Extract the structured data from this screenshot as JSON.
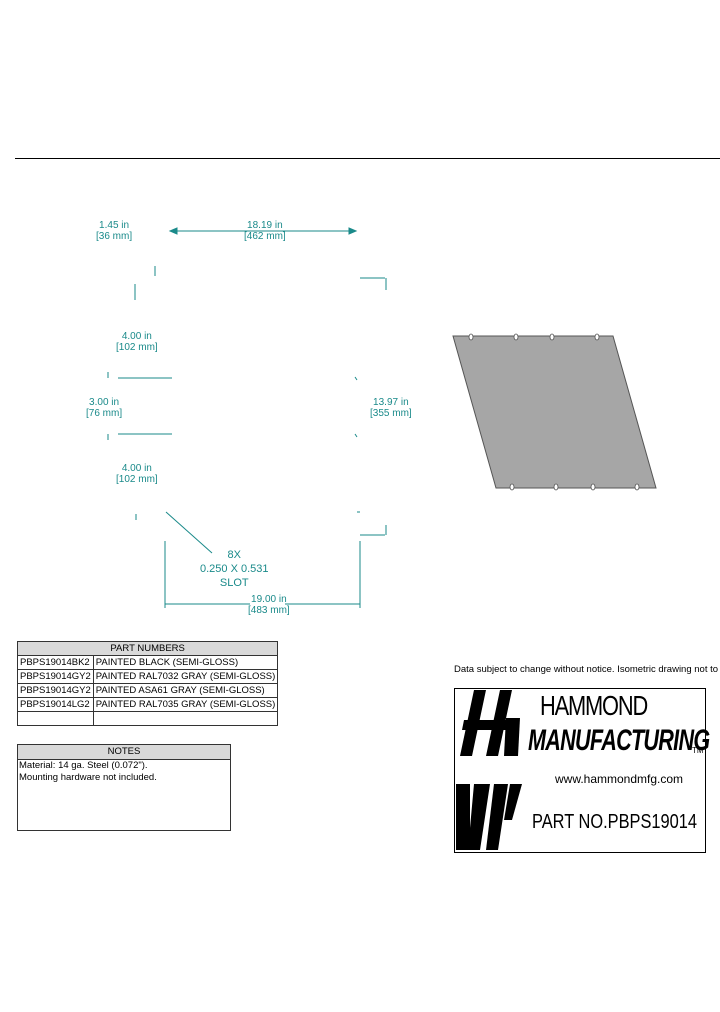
{
  "drawing": {
    "dimensions": {
      "width_offset_in": "1.45 in",
      "width_offset_mm": "[36 mm]",
      "top_span_in": "18.19 in",
      "top_span_mm": "[462 mm]",
      "upper_spacing_in": "4.00 in",
      "upper_spacing_mm": "[102 mm]",
      "middle_spacing_in": "3.00 in",
      "middle_spacing_mm": "[76 mm]",
      "lower_spacing_in": "4.00 in",
      "lower_spacing_mm": "[102 mm]",
      "height_in": "13.97 in",
      "height_mm": "[355 mm]",
      "slot_count": "8X",
      "slot_size": "0.250 X 0.531",
      "slot_label": "SLOT",
      "overall_width_in": "19.00 in",
      "overall_width_mm": "[483 mm]"
    }
  },
  "part_numbers": {
    "header": "PART NUMBERS",
    "rows": [
      {
        "part": "PBPS19014BK2",
        "description": "PAINTED BLACK (SEMI-GLOSS)"
      },
      {
        "part": "PBPS19014GY2",
        "description": "PAINTED RAL7032 GRAY (SEMI-GLOSS)"
      },
      {
        "part": "PBPS19014GY2",
        "description": "PAINTED ASA61 GRAY (SEMI-GLOSS)"
      },
      {
        "part": "PBPS19014LG2",
        "description": "PAINTED RAL7035 GRAY (SEMI-GLOSS)"
      }
    ]
  },
  "notes": {
    "header": "NOTES",
    "lines": [
      "Material: 14 ga. Steel (0.072\").",
      "Mounting hardware not included."
    ]
  },
  "title_block": {
    "disclaimer": "Data subject to change without notice. Isometric drawing not to scale",
    "brand_line1": "HAMMOND",
    "brand_line2": "MANUFACTURING",
    "trademark": "TM",
    "website": "www.hammondmfg.com",
    "part_no": "PART NO.PBPS19014"
  },
  "colors": {
    "dimension": "#1a8a8a",
    "panel_fill": "#a6a6a6",
    "table_header": "#d9d9d9"
  }
}
